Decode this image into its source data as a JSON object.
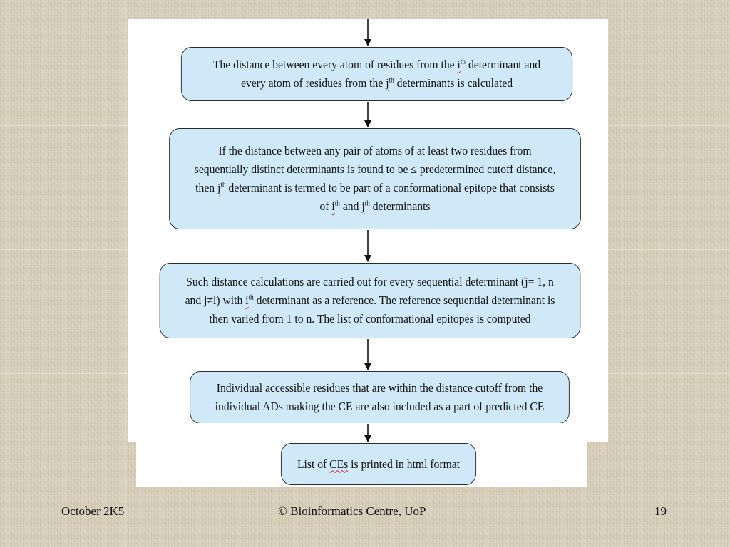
{
  "flowchart": {
    "steps": [
      {
        "line1_a": "The distance between every atom of residues from the ",
        "line1_var": "i",
        "line1_sup": "th",
        "line1_b": " determinant and",
        "line2_a": "every atom of residues from the ",
        "line2_var": "j",
        "line2_sup": "th",
        "line2_b": " determinants is calculated"
      },
      {
        "line1": "If the distance between any pair of atoms of at least two residues from",
        "line2": "sequentially distinct determinants is found to be ≤ predetermined cutoff distance,",
        "line3_a": "then ",
        "line3_var": "j",
        "line3_sup": "th",
        "line3_b": " determinant is termed to be part of a conformational epitope that consists",
        "line4_a": "of ",
        "line4_var1": "i",
        "line4_sup1": "th",
        "line4_mid": " and ",
        "line4_var2": "j",
        "line4_sup2": "th",
        "line4_b": " determinants"
      },
      {
        "line1": "Such distance calculations are carried out for every sequential determinant (j= 1, n",
        "line2_a": "and j≠i) with ",
        "line2_var": "i",
        "line2_sup": "th",
        "line2_b": " determinant as a reference. The reference sequential determinant is",
        "line3": "then varied from 1 to n.   The list of conformational epitopes is computed"
      },
      {
        "line1": "Individual accessible residues that are within the distance cutoff from the",
        "line2": "individual ADs making the CE are also included as a part of predicted CE"
      },
      {
        "line1_a": "List of ",
        "line1_var": "CEs",
        "line1_b": " is printed in html format"
      }
    ]
  },
  "footer": {
    "date": "October 2K5",
    "copyright": "© Bioinformatics Centre, UoP",
    "page": "19"
  },
  "colors": {
    "box_fill": "#cfe9f8",
    "box_border": "#2b2b2b",
    "background": "#d9d0bc"
  }
}
